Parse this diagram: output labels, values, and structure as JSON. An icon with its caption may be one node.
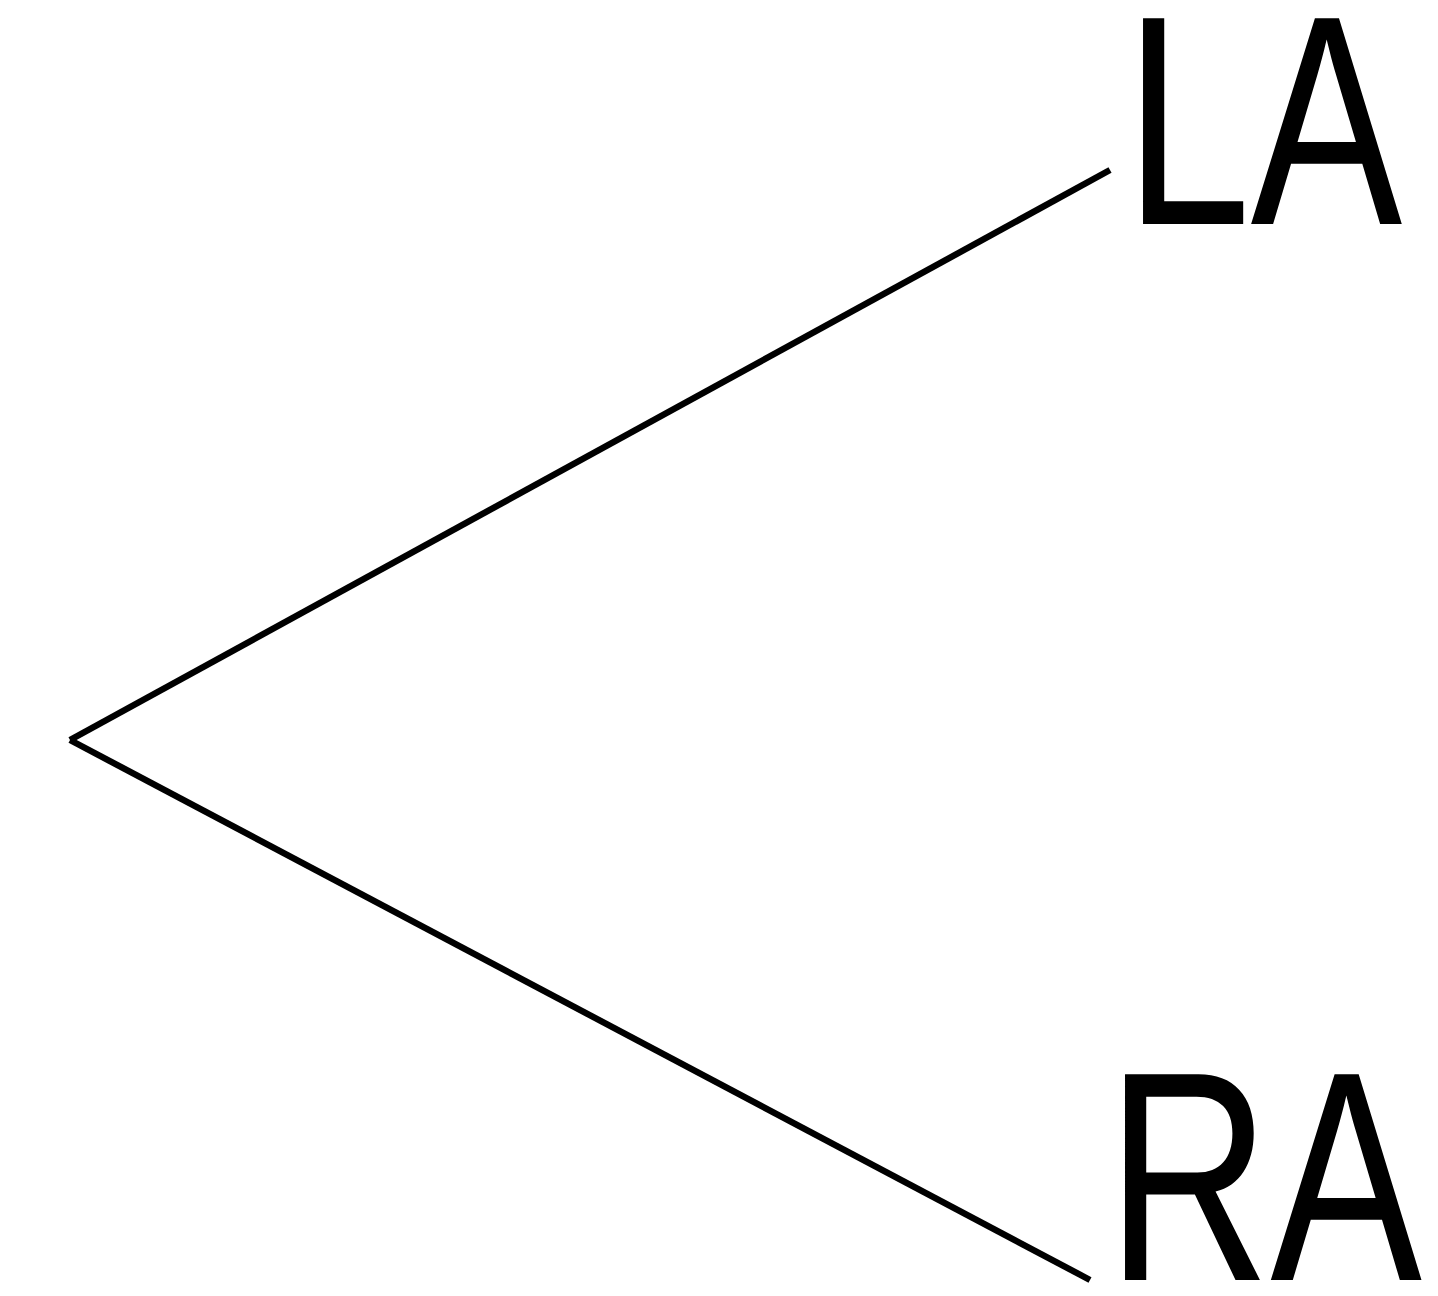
{
  "diagram": {
    "nodes": [
      {
        "text": [
          "LA"
        ]
      },
      {
        "text": [
          "RA"
        ]
      }
    ],
    "edges": [
      {
        "from": null,
        "to": 0,
        "arrow": "none"
      },
      {
        "from": null,
        "to": 1,
        "arrow": "none"
      }
    ]
  }
}
